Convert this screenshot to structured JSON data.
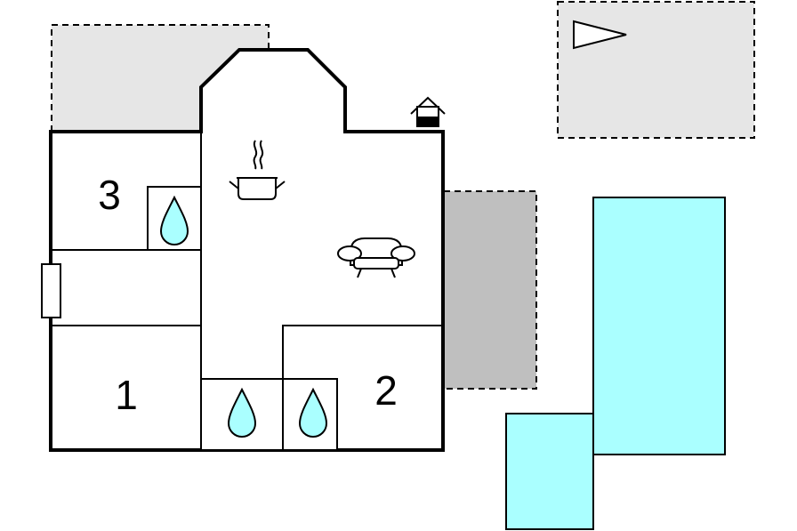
{
  "floorplan": {
    "rooms": [
      {
        "name": "bedroom-3",
        "label": "3"
      },
      {
        "name": "bedroom-1",
        "label": "1"
      },
      {
        "name": "bedroom-2",
        "label": "2"
      }
    ],
    "icons": [
      "compass-arrow-icon",
      "well-icon",
      "cooking-pot-icon",
      "sofa-icon",
      "bathroom-drop-icon",
      "window-icon"
    ],
    "colors": {
      "wall": "#000000",
      "terrace": "#e6e6e6",
      "covered_terrace": "#bfbfbf",
      "pool": "#aaffff",
      "water_drop": "#aaffff"
    }
  }
}
